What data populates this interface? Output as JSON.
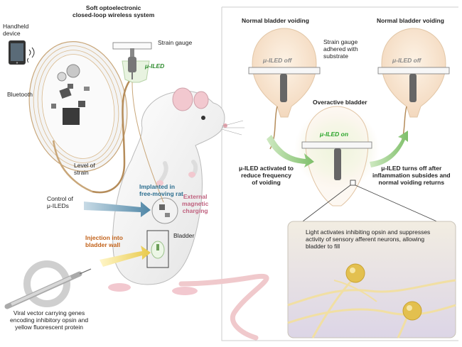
{
  "left": {
    "title_line1": "Soft optoelectronic",
    "title_line2": "closed-loop wireless system",
    "handheld_line1": "Handheld",
    "handheld_line2": "device",
    "bluetooth": "Bluetooth",
    "strain_gauge": "Strain gauge",
    "uiled": "μ-ILED",
    "level_line1": "Level of",
    "level_line2": "strain",
    "control_line1": "Control of",
    "control_line2": "μ-ILEDs",
    "implanted_line1": "Implanted in",
    "implanted_line2": "free-moving rat",
    "external_line1": "External",
    "external_line2": "magnetic",
    "external_line3": "charging",
    "bladder": "Bladder",
    "injection_line1": "Injection into",
    "injection_line2": "bladder wall",
    "viral_line1": "Viral vector carrying genes",
    "viral_line2": "encoding inhibitory opsin and",
    "viral_line3": "yellow fluorescent protein"
  },
  "right": {
    "normal_left": "Normal bladder voiding",
    "normal_right": "Normal bladder voiding",
    "strain_adhered_line1": "Strain gauge",
    "strain_adhered_line2": "adhered with",
    "strain_adhered_line3": "substrate",
    "off_left": "μ-ILED off",
    "off_right": "μ-ILED off",
    "overactive": "Overactive bladder",
    "on": "μ-ILED on",
    "activated_line1": "μ-ILED activated to",
    "activated_line2": "reduce frequency",
    "activated_line3": "of voiding",
    "turnsoff_line1": "μ-ILED turns off after",
    "turnsoff_line2": "inflammation subsides and",
    "turnsoff_line3": "normal voiding returns",
    "light_line1": "Light activates inhibiting opsin and suppresses",
    "light_line2": "activity of sensory afferent neurons, allowing",
    "light_line3": "bladder to fill"
  }
}
